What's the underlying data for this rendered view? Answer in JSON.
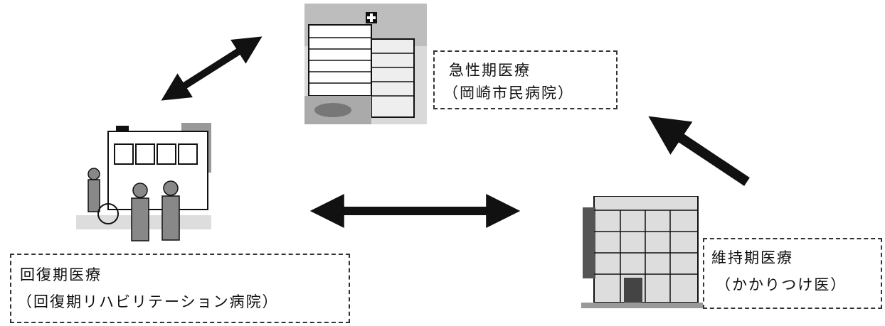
{
  "nodes": {
    "acute": {
      "line1": "急性期医療",
      "line2": "（岡崎市民病院）"
    },
    "recovery": {
      "line1": "回復期医療",
      "line2": "（回復期リハビリテーション病院）"
    },
    "maintenance": {
      "line1": "維持期医療",
      "line2": "（かかりつけ医）"
    }
  },
  "colors": {
    "ink": "#111111",
    "frame": "#333333"
  },
  "icons": [
    "hospital-building-icon",
    "rehab-building-icon",
    "clinic-building-icon"
  ]
}
